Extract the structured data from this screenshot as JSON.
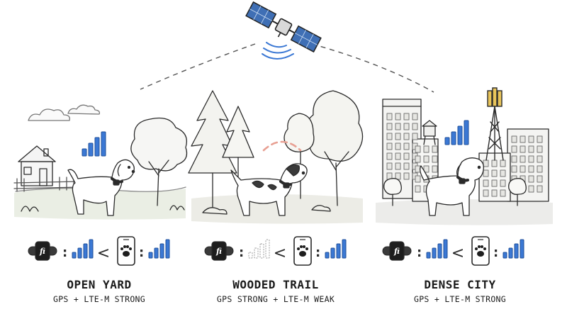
{
  "colors": {
    "ink": "#2a2a2a",
    "signal_blue": "#3b78d4",
    "signal_weak": "#e8a093",
    "grass": "#e9eee3"
  },
  "icons": {
    "satellite": "satellite-icon",
    "collar": "collar-tracker-icon",
    "phone": "phone-app-icon",
    "cell_tower": "cell-tower-icon"
  },
  "scenes": [
    {
      "id": "open-yard",
      "collar_logo": "fi",
      "collar_bars": 4,
      "phone_bars": 4,
      "comparison": "<",
      "separator": ":",
      "title": "OPEN YARD",
      "subtitle": "GPS + LTE-M STRONG"
    },
    {
      "id": "wooded-trail",
      "collar_logo": "fi",
      "collar_bars": 0,
      "phone_bars": 4,
      "comparison": "<",
      "separator": ":",
      "title": "WOODED TRAIL",
      "subtitle": "GPS STRONG + LTE-M WEAK"
    },
    {
      "id": "dense-city",
      "collar_logo": "fi",
      "collar_bars": 4,
      "phone_bars": 4,
      "comparison": "<",
      "separator": ":",
      "title": "DENSE CITY",
      "subtitle": "GPS + LTE-M STRONG"
    }
  ]
}
